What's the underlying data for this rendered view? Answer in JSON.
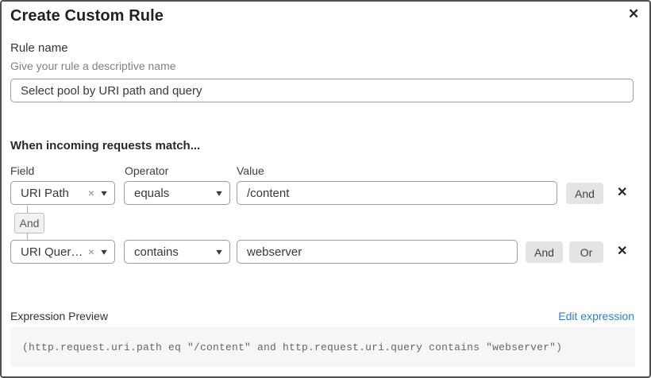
{
  "modal": {
    "title": "Create Custom Rule"
  },
  "icons": {
    "close": "✕",
    "delete": "✕",
    "clear": "×",
    "chevron_down": "▾"
  },
  "rule_name": {
    "label": "Rule name",
    "hint": "Give your rule a descriptive name",
    "value": "Select pool by URI path and query"
  },
  "matcher": {
    "heading": "When incoming requests match...",
    "columns": {
      "field": "Field",
      "operator": "Operator",
      "value": "Value"
    },
    "rows": [
      {
        "field": "URI Path",
        "operator": "equals",
        "value": "/content",
        "and_label": "And"
      },
      {
        "field": "URI Query St...",
        "operator": "contains",
        "value": "webserver",
        "and_label": "And",
        "or_label": "Or"
      }
    ],
    "connector_label": "And"
  },
  "expression": {
    "label": "Expression Preview",
    "edit_link": "Edit expression",
    "code": "(http.request.uri.path eq \"/content\" and http.request.uri.query contains \"webserver\")"
  },
  "colors": {
    "link_blue": "#2d83c0",
    "button_gray": "#e4e4e5",
    "border_gray": "#9a9c9e",
    "code_bg": "#f6f6f7"
  }
}
